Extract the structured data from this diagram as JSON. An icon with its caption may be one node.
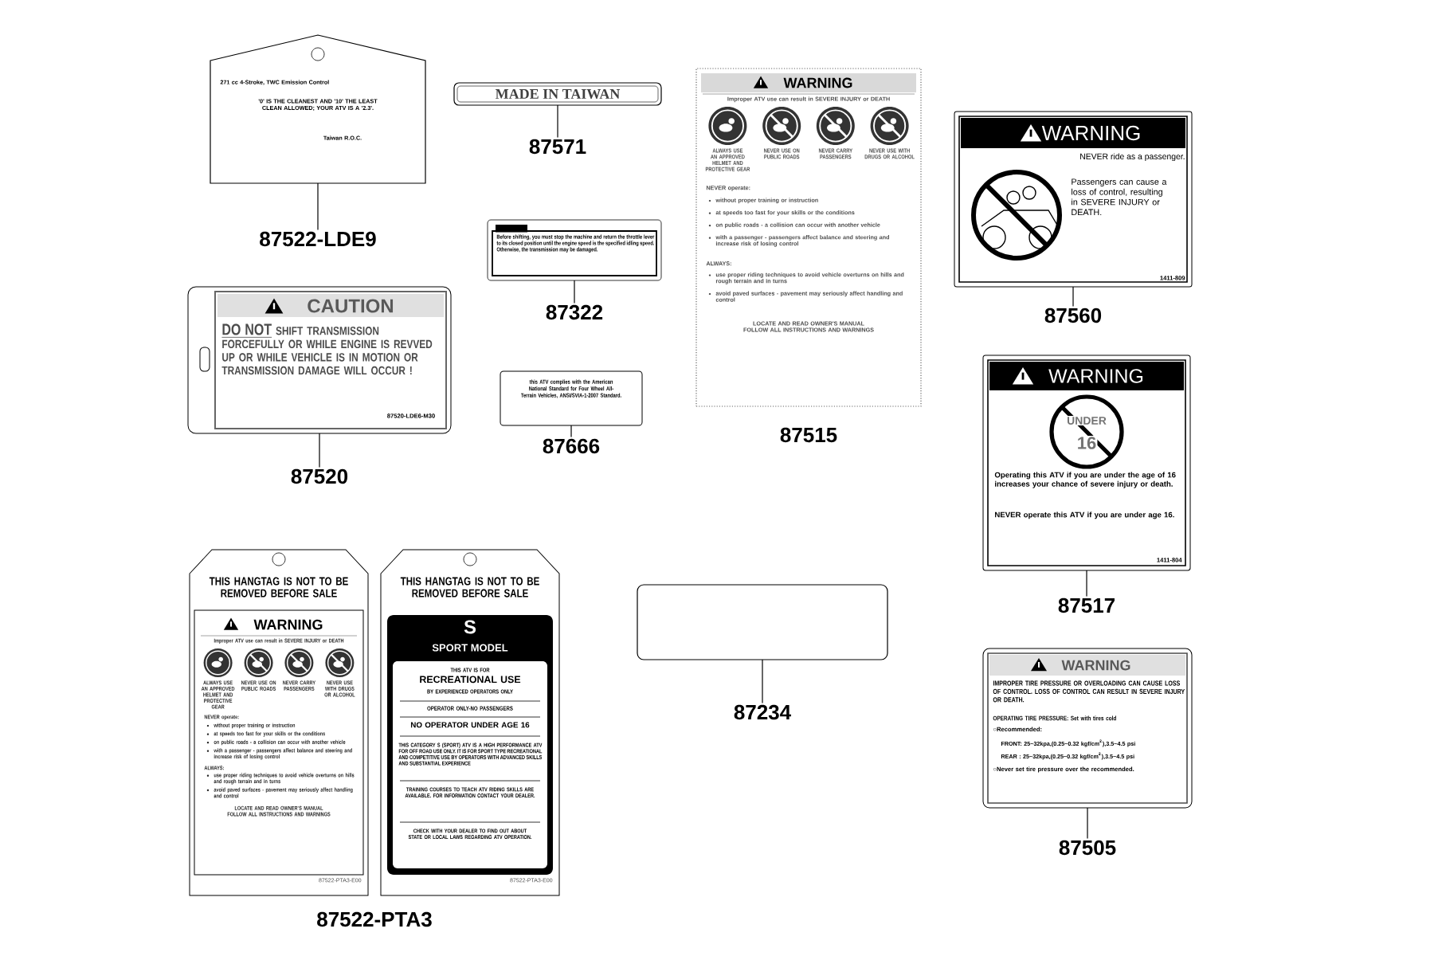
{
  "diagram": {
    "nodes": [
      {
        "text": [
          "271 cc 4-Stroke, TWC Emission Control",
          "'0' IS THE CLEANEST AND '10' THE LEAST CLEAN ALLOWED; YOUR ATV IS A '2.3'.",
          "Taiwan R.O.C."
        ]
      },
      {
        "text": [
          "87522-LDE9"
        ]
      },
      {
        "text": [
          "MADE IN TAIWAN"
        ]
      },
      {
        "text": [
          "87571"
        ]
      },
      {
        "text": [
          "WARNING",
          "Improper ATV use can result in SEVERE INJURY or DEATH",
          "ALWAYS USE AN APPROVED HELMET AND PROTECTIVE GEAR",
          "NEVER USE ON PUBLIC ROADS",
          "NEVER CARRY PASSENGERS",
          "NEVER USE WITH DRUGS OR ALCOHOL",
          "NEVER operate:",
          "without proper training or instruction",
          "at speeds too fast for your skills or the conditions",
          "on public roads - a collision can occur with another vehicle",
          "with a passenger - passengers affect balance and steering and increase risk of losing control",
          "ALWAYS:",
          "use proper riding techniques to avoid vehicle overturns on hills and rough terrain and in turns",
          "avoid paved surfaces - pavement may seriously affect handling and control",
          "LOCATE AND READ OWNER'S MANUAL FOLLOW ALL INSTRUCTIONS AND WARNINGS"
        ],
        "beside": [
          "87515"
        ]
      },
      {
        "text": [
          "WARNING",
          "NEVER ride as a passenger.",
          "Passengers can cause a loss of control, resulting in SEVERE INJURY or DEATH.",
          "1411-809"
        ]
      },
      {
        "text": [
          "87560"
        ]
      },
      {
        "text": [
          "Before shifting, you must stop the machine and return the throttle lever to its closed position until the engine speed is the specified idling speed. Otherwise, the transmission may be damaged."
        ]
      },
      {
        "text": [
          "87322"
        ]
      },
      {
        "text": [
          "CAUTION",
          "DO NOT",
          "SHIFT TRANSMISSION FORCEFULLY OR WHILE ENGINE IS REVVED UP OR WHILE VEHICLE IS IN MOTION OR TRANSMISSION DAMAGE WILL OCCUR !",
          "87520-LDE6-M30"
        ]
      },
      {
        "text": [
          "87520"
        ]
      },
      {
        "text": [
          "this ATV complies with the American National Standard for Four Wheel All-Terrain Vehicles, ANSI/SVIA-1-2007 Standard."
        ]
      },
      {
        "text": [
          "87666"
        ]
      },
      {
        "text": [
          "WARNING",
          "UNDER",
          "16",
          "Operating this ATV if you are under the age of 16 increases your chance of severe injury or death.",
          "NEVER operate this ATV if you are under age 16.",
          "1411-804"
        ]
      },
      {
        "text": [
          "87517"
        ]
      },
      {
        "text": [
          "THIS HANGTAG IS NOT TO BE REMOVED BEFORE SALE",
          "WARNING",
          "Improper ATV use can result in SEVERE INJURY or DEATH",
          "ALWAYS USE AN APPROVED HELMET AND PROTECTIVE GEAR",
          "NEVER USE ON PUBLIC ROADS",
          "NEVER CARRY PASSENGERS",
          "NEVER USE WITH DRUGS OR ALCOHOL",
          "NEVER operate:",
          "without proper training or instruction",
          "at speeds too fast for your skills or the conditions",
          "on public roads - a collision can occur with another vehicle",
          "with a passenger - passengers affect balance and steering and increase risk of losing control",
          "ALWAYS:",
          "use proper riding techniques to avoid vehicle overturns on hills and rough terrain and in turns",
          "avoid paved surfaces - pavement may seriously affect handling and control",
          "LOCATE AND READ OWNER'S MANUAL FOLLOW ALL INSTRUCTIONS AND WARNINGS",
          "87522-PTA3-E00"
        ]
      },
      {
        "text": [
          "THIS HANGTAG IS NOT TO BE REMOVED BEFORE SALE",
          "S",
          "SPORT MODEL",
          "THIS ATV IS FOR",
          "RECREATIONAL USE",
          "BY EXPERIENCED OPERATORS ONLY",
          "OPERATOR ONLY-NO PASSENGERS",
          "NO OPERATOR UNDER AGE 16",
          "THIS CATEGORY S (SPORT) ATV IS A HIGH PERFORMANCE ATV FOR OFF ROAD USE ONLY. IT IS FOR SPORT TYPE RECREATIONAL AND COMPETITIVE USE BY OPERATORS WITH ADVANCED SKILLS AND SUBSTANTIAL EXPERIENCE",
          "TRAINING COURSES TO TEACH ATV RIDING SKILLS ARE AVAILABLE. FOR INFORMATION CONTACT YOUR DEALER.",
          "CHECK WITH YOUR DEALER TO FIND OUT ABOUT STATE OR LOCAL LAWS REGARDING ATV OPERATION.",
          "87522-PTA3-E00"
        ]
      },
      {
        "text": [],
        "shape": "box"
      },
      {
        "text": [
          "87234"
        ]
      },
      {
        "text": [
          "WARNING",
          "IMPROPER TIRE PRESSURE OR OVERLOADING CAN CAUSE LOSS OF CONTROL. LOSS OF CONTROL CAN RESULT IN SEVERE INJURY OR DEATH.",
          "OPERATING TIRE PRESSURE: Set with tires cold",
          "○Recommended:",
          "FRONT: 25~32kpa,(0.25~0.32 kgf/cm$^{2}$),3.5~4.5 psi",
          "REAR : 25~32kpa,(0.25~0.32 kgf/cm$^{2}$),3.5~4.5 psi",
          "○Never set tire pressure over the recommended."
        ]
      },
      {
        "text": [
          "87505"
        ]
      }
    ],
    "edges": [
      {
        "from": 1,
        "to": 0,
        "arrow": "none"
      },
      {
        "from": 3,
        "to": 2,
        "arrow": "none"
      },
      {
        "from": 6,
        "to": 5,
        "arrow": "none"
      },
      {
        "from": 8,
        "to": 7,
        "arrow": "none"
      },
      {
        "from": 10,
        "to": 9,
        "arrow": "none"
      },
      {
        "from": 12,
        "to": 11,
        "arrow": "none"
      },
      {
        "from": 14,
        "to": 13,
        "arrow": "none"
      },
      {
        "from": 18,
        "to": 17,
        "arrow": "none"
      },
      {
        "from": 20,
        "to": 19,
        "arrow": "none"
      }
    ],
    "labels": [
      "87522-PTA3"
    ]
  }
}
